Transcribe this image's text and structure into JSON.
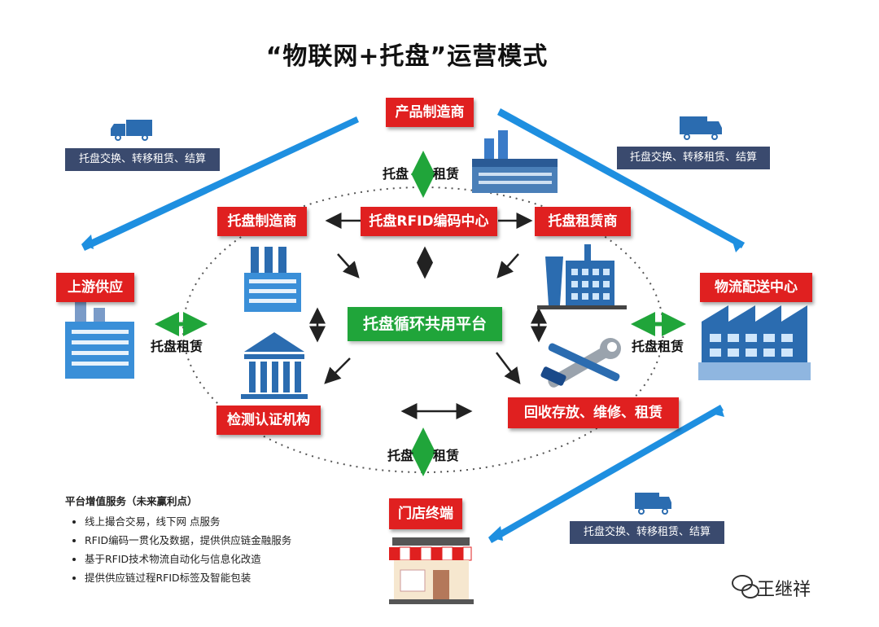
{
  "title": "“物联网+托盘”运营模式",
  "nodes": {
    "manufacturer": "产品制造商",
    "rfid_center": "托盘RFID编码中心",
    "pallet_maker": "托盘制造商",
    "pallet_lessor": "托盘租赁商",
    "upstream": "上游供应",
    "logistics": "物流配送中心",
    "platform": "托盘循环共用平台",
    "inspection": "检测认证机构",
    "recycle": "回收存放、维修、租赁",
    "store": "门店终端"
  },
  "labels": {
    "top_pallet": "托盘",
    "top_lease": "租赁",
    "left_lease": "托盘租赁",
    "right_lease": "托盘租赁",
    "bottom_pallet": "托盘",
    "bottom_lease": "租赁"
  },
  "exchange_boxes": {
    "top_left": "托盘交换、转移租赁、结算",
    "top_right": "托盘交换、转移租赁、结算",
    "bottom_right": "托盘交换、转移租赁、结算"
  },
  "notes": {
    "heading": "平台增值服务（未来赢利点）",
    "items": [
      "线上撮合交易，线下网 点服务",
      "RFID编码一贯化及数据，提供供应链金融服务",
      "基于RFID技术物流自动化与信息化改造",
      "提供供应链过程RFID标签及智能包装"
    ]
  },
  "brand": "王继祥",
  "colors": {
    "red": "#e02020",
    "green": "#20a53a",
    "navy": "#3a4a6e",
    "blue_arrow": "#1e8fe0",
    "building_blue": "#2b6cb0"
  }
}
